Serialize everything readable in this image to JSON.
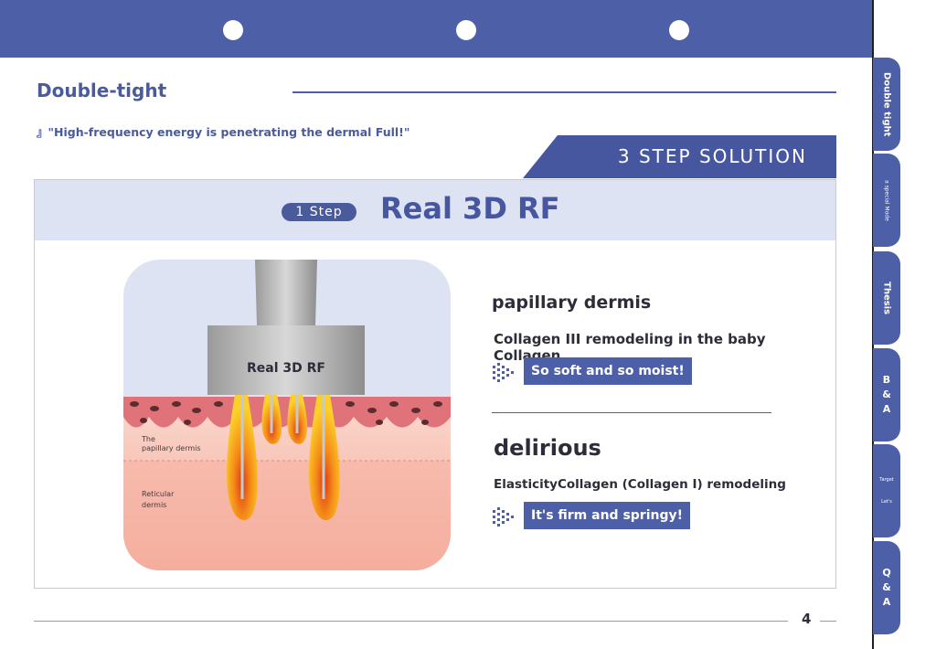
{
  "header": {
    "title": "Double-tight",
    "subtitle": "』\"High-frequency energy is penetrating the dermal Full!\"",
    "banner": "3 STEP SOLUTION"
  },
  "tabs": [
    {
      "label": "Double tight"
    },
    {
      "label": "a special Mode"
    },
    {
      "label": "Thesis"
    },
    {
      "label": "B & A",
      "chars": [
        "B",
        "&",
        "A"
      ]
    },
    {
      "label": "Target Let's",
      "chars": [
        "Target",
        "Let's"
      ]
    },
    {
      "label": "Q & A",
      "chars": [
        "Q",
        "&",
        "A"
      ]
    }
  ],
  "step": {
    "pill": "1 Step",
    "title": "Real 3D RF"
  },
  "illustration": {
    "device_label": "Real 3D RF",
    "label_papillary_1": "The",
    "label_papillary_2": "papillary dermis",
    "label_reticular_1": "Reticular",
    "label_reticular_2": "dermis"
  },
  "section1": {
    "title": "papillary dermis",
    "subtitle": "Collagen III remodeling in the baby Collagen",
    "tag": "So soft and so moist!"
  },
  "section2": {
    "title": "delirious",
    "subtitle": "ElasticityCollagen (Collagen I) remodeling",
    "tag": "It's firm and springy!"
  },
  "footer": {
    "page_number": "4"
  },
  "colors": {
    "brand_blue": "#4c5fa7",
    "title_blue": "#4a5b9c",
    "panel_head": "#dde3f2"
  }
}
